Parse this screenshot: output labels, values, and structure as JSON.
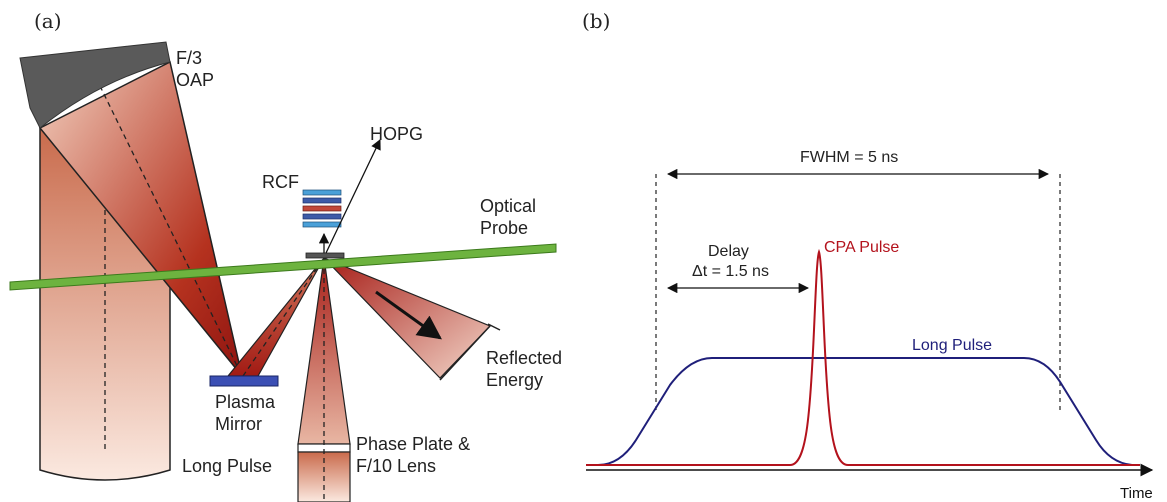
{
  "panel_a": {
    "label": "(a)",
    "labels": {
      "oap": "F/3\nOAP",
      "hopg": "HOPG",
      "rcf": "RCF",
      "optical_probe": "Optical\nProbe",
      "reflected_energy": "Reflected\nEnergy",
      "plasma_mirror": "Plasma\nMirror",
      "phase_plate": "Phase Plate &\nF/10 Lens",
      "long_pulse": "Long Pulse"
    }
  },
  "panel_b": {
    "label": "(b)",
    "annotations": {
      "fwhm": "FWHM = 5 ns",
      "delay": "Delay\nΔt = 1.5 ns",
      "cpa_pulse": "CPA Pulse",
      "long_pulse": "Long Pulse",
      "time_axis": "Time"
    },
    "colors": {
      "cpa": "#b3121c",
      "long": "#1f1f7a"
    }
  }
}
